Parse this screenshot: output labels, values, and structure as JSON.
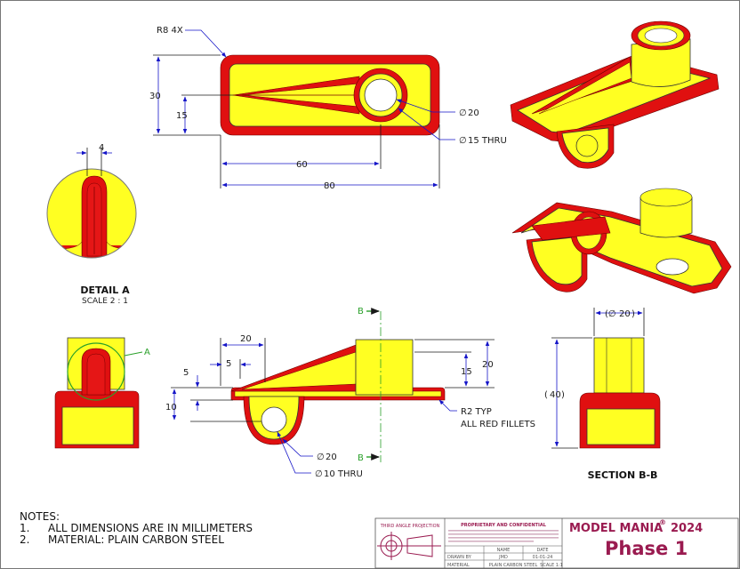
{
  "top_view": {
    "fillet_callout": "R8 4X",
    "dim_30": "30",
    "dim_15": "15",
    "dim_60": "60",
    "dim_80": "80",
    "hole_od": "20",
    "hole_thru": "15 THRU"
  },
  "detail": {
    "dim_4": "4",
    "title": "DETAIL A",
    "scale": "SCALE 2 : 1"
  },
  "front_view": {
    "detail_ref": "A",
    "dim_20_top": "20",
    "dim_5_horiz": "5",
    "dim_5_vert": "5",
    "dim_10": "10",
    "dim_20_right": "20",
    "dim_15_right": "15",
    "fillet_note_1": "R2 TYP",
    "fillet_note_2": "ALL RED FILLETS",
    "boss_od": "20",
    "boss_thru": "10 THRU",
    "section_label_top": "B",
    "section_label_bottom": "B"
  },
  "section": {
    "dim_od": "20",
    "dim_height": "40",
    "title": "SECTION B-B"
  },
  "notes": {
    "heading": "NOTES:",
    "items": [
      {
        "num": "1.",
        "text": "ALL DIMENSIONS ARE IN MILLIMETERS"
      },
      {
        "num": "2.",
        "text": "MATERIAL: PLAIN CARBON STEEL"
      }
    ]
  },
  "title_block": {
    "projection": "THIRD ANGLE PROJECTION",
    "proprietary": "PROPRIETARY AND CONFIDENTIAL",
    "name_hdr": "NAME",
    "date_hdr": "DATE",
    "drawn_by_label": "DRAWN BY",
    "drawn_by": "JMD",
    "date": "01-01-24",
    "material_label": "MATERIAL",
    "material": "PLAIN CARBON STEEL",
    "scale": "SCALE 1:1",
    "title": "MODEL MANIA",
    "registered": "®",
    "year": "2024",
    "phase": "Phase 1"
  },
  "colors": {
    "fillet": "#e01010",
    "body": "#ffff22",
    "dimension": "#1515c8",
    "title": "#9a1b50"
  }
}
